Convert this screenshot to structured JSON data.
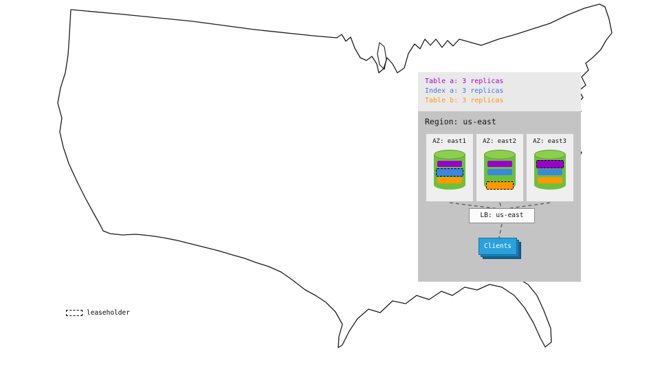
{
  "replica_legend": {
    "items": [
      {
        "label": "Table a: 3 replicas",
        "color": "#aa00cc"
      },
      {
        "label": "Index a: 3 replicas",
        "color": "#4477dd"
      },
      {
        "label": "Table b: 3 replicas",
        "color": "#ff9900"
      }
    ]
  },
  "region": {
    "title": "Region: us-east",
    "azs": [
      {
        "label": "AZ: east1",
        "replicas": [
          {
            "name": "table-a",
            "color": "#9900cc",
            "leaseholder": false
          },
          {
            "name": "index-a",
            "color": "#3b87de",
            "leaseholder": true
          },
          {
            "name": "table-b",
            "color": "#ff9900",
            "leaseholder": false
          }
        ]
      },
      {
        "label": "AZ: east2",
        "replicas": [
          {
            "name": "table-a",
            "color": "#9900cc",
            "leaseholder": false
          },
          {
            "name": "index-a",
            "color": "#3b87de",
            "leaseholder": false
          },
          {
            "name": "table-b",
            "color": "#ff9900",
            "leaseholder": true
          }
        ]
      },
      {
        "label": "AZ: east3",
        "replicas": [
          {
            "name": "table-a",
            "color": "#9900cc",
            "leaseholder": true
          },
          {
            "name": "index-a",
            "color": "#3b87de",
            "leaseholder": false
          },
          {
            "name": "table-b",
            "color": "#ff9900",
            "leaseholder": false
          }
        ]
      }
    ],
    "load_balancer": {
      "label": "LB: us-east"
    },
    "clients": {
      "label": "Clients",
      "color": "#2aa0dc"
    }
  },
  "map_legend": {
    "leaseholder_label": "leaseholder"
  },
  "colors": {
    "cylinder_green": "#6dc03c",
    "cylinder_top_green": "#8ccf4e",
    "panel_bg": "#e9e9e9",
    "region_bg": "#c4c4c4",
    "az_bg": "#efefef"
  }
}
